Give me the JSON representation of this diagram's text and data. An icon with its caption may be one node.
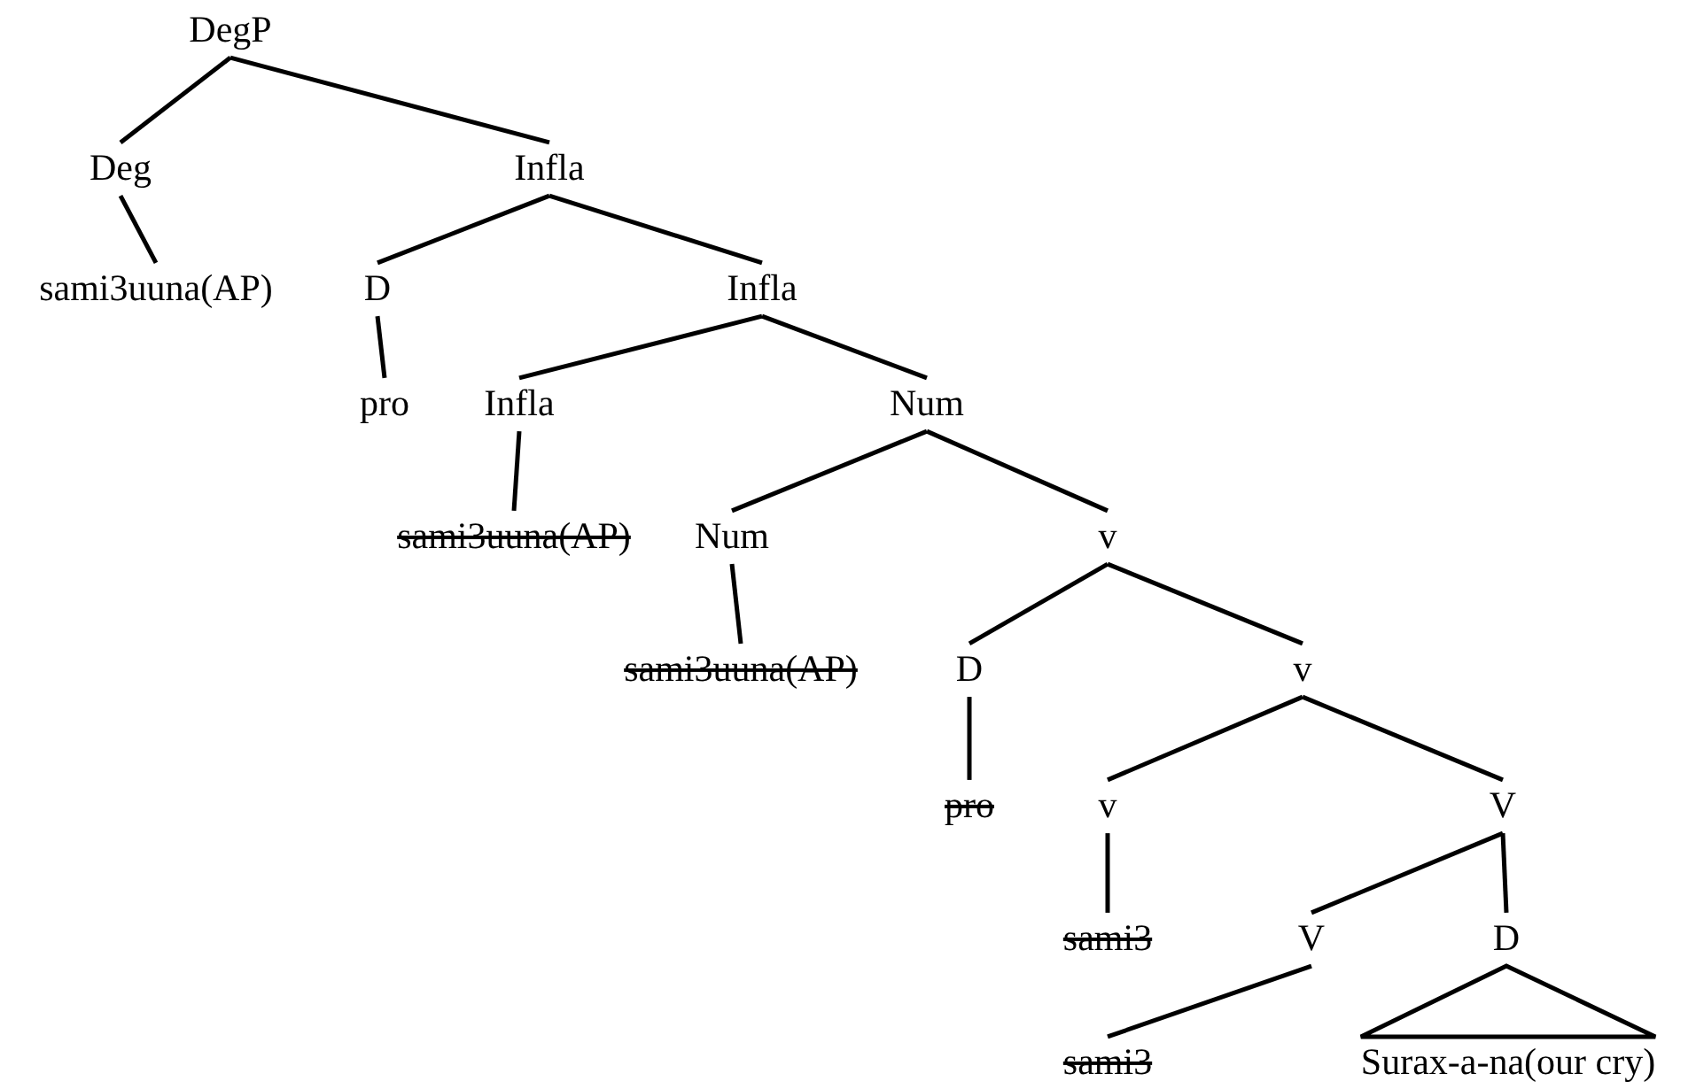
{
  "diagram": {
    "nodes": [
      {
        "text": [
          "DegP"
        ]
      },
      {
        "text": [
          "Deg"
        ]
      },
      {
        "text": [
          "Infla"
        ]
      },
      {
        "text": [
          "sami3uuna(AP)"
        ]
      },
      {
        "text": [
          "D"
        ]
      },
      {
        "text": [
          "Infla"
        ]
      },
      {
        "text": [
          "pro"
        ]
      },
      {
        "text": [
          "Infla"
        ]
      },
      {
        "text": [
          "Num"
        ]
      },
      {
        "text": [
          "sami3uuna(AP)"
        ]
      },
      {
        "text": [
          "Num"
        ]
      },
      {
        "text": [
          "v"
        ]
      },
      {
        "text": [
          "sami3uuna(AP)"
        ]
      },
      {
        "text": [
          "D"
        ]
      },
      {
        "text": [
          "v"
        ]
      },
      {
        "text": [
          "pro"
        ]
      },
      {
        "text": [
          "v"
        ]
      },
      {
        "text": [
          "V"
        ]
      },
      {
        "text": [
          "sami3"
        ]
      },
      {
        "text": [
          "V"
        ]
      },
      {
        "text": [
          "D"
        ]
      },
      {
        "text": [
          "sami3"
        ]
      },
      {
        "text": [
          "Surax-a-na(our cry)"
        ]
      }
    ],
    "edges": [
      {
        "from": 0,
        "to": 1,
        "arrow": "none"
      },
      {
        "from": 0,
        "to": 2,
        "arrow": "none"
      },
      {
        "from": 1,
        "to": 3,
        "arrow": "none"
      },
      {
        "from": 2,
        "to": 4,
        "arrow": "none"
      },
      {
        "from": 2,
        "to": 5,
        "arrow": "none"
      },
      {
        "from": 4,
        "to": 6,
        "arrow": "none"
      },
      {
        "from": 5,
        "to": 7,
        "arrow": "none"
      },
      {
        "from": 5,
        "to": 8,
        "arrow": "none"
      },
      {
        "from": 7,
        "to": 9,
        "arrow": "none"
      },
      {
        "from": 8,
        "to": 10,
        "arrow": "none"
      },
      {
        "from": 8,
        "to": 11,
        "arrow": "none"
      },
      {
        "from": 10,
        "to": 12,
        "arrow": "none"
      },
      {
        "from": 11,
        "to": 13,
        "arrow": "none"
      },
      {
        "from": 11,
        "to": 14,
        "arrow": "none"
      },
      {
        "from": 13,
        "to": 15,
        "arrow": "none"
      },
      {
        "from": 14,
        "to": 16,
        "arrow": "none"
      },
      {
        "from": 14,
        "to": 17,
        "arrow": "none"
      },
      {
        "from": 16,
        "to": 18,
        "arrow": "none"
      },
      {
        "from": 17,
        "to": 19,
        "arrow": "none"
      },
      {
        "from": 17,
        "to": 20,
        "arrow": "none"
      },
      {
        "from": 19,
        "to": 21,
        "arrow": "none"
      },
      {
        "from": 20,
        "to": 22,
        "arrow": "none"
      }
    ]
  }
}
